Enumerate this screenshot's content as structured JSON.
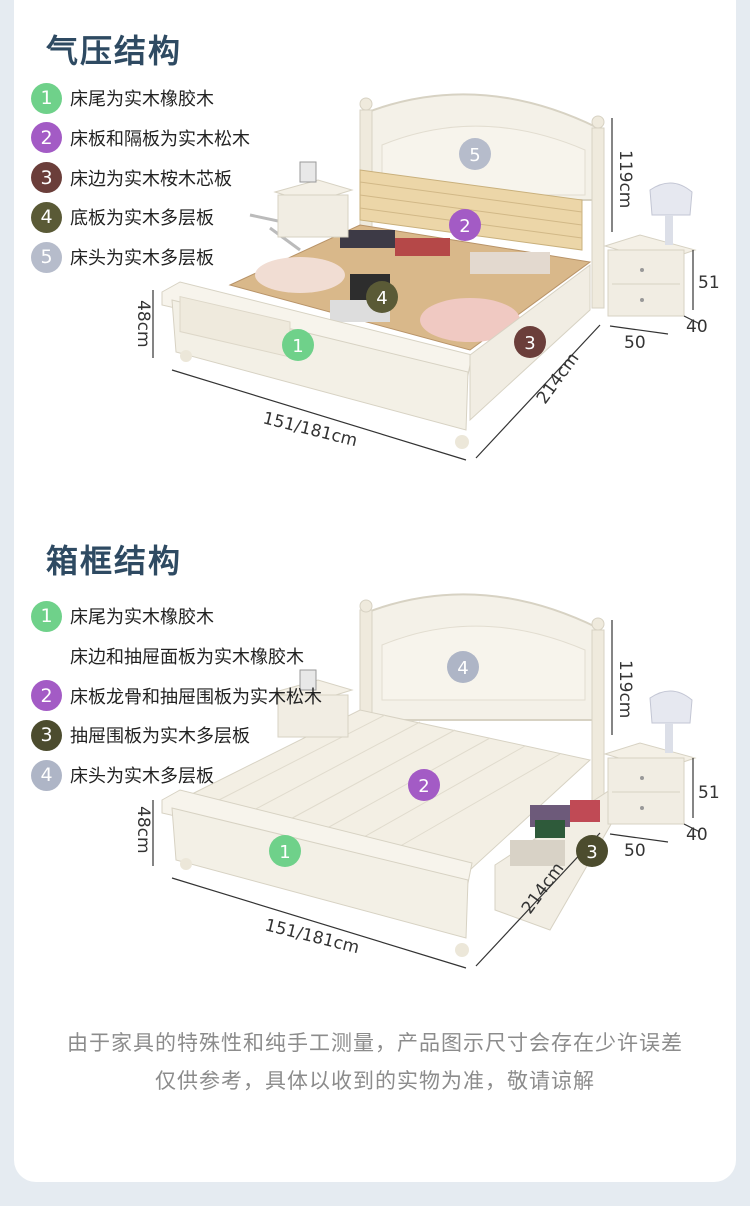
{
  "sections": [
    {
      "title": "气压结构",
      "legend": [
        {
          "num": "1",
          "text": "床尾为实木橡胶木"
        },
        {
          "num": "2",
          "text": "床板和隔板为实木松木"
        },
        {
          "num": "3",
          "text": "床边为实木桉木芯板"
        },
        {
          "num": "4",
          "text": "底板为实木多层板"
        },
        {
          "num": "5",
          "text": "床头为实木多层板"
        }
      ],
      "marks": [
        "5",
        "2",
        "4",
        "1",
        "3"
      ],
      "dims": {
        "height": "119cm",
        "tail_height": "48cm",
        "width": "151/181cm",
        "length": "214cm",
        "nightstand_h": "51",
        "nightstand_d": "40",
        "nightstand_w": "50"
      }
    },
    {
      "title": "箱框结构",
      "legend": [
        {
          "num": "1",
          "text": "床尾为实木橡胶木"
        },
        {
          "num": "",
          "text": "床边和抽屉面板为实木橡胶木"
        },
        {
          "num": "2",
          "text": "床板龙骨和抽屉围板为实木松木"
        },
        {
          "num": "3",
          "text": "抽屉围板为实木多层板"
        },
        {
          "num": "4",
          "text": "床头为实木多层板"
        }
      ],
      "marks": [
        "4",
        "2",
        "1",
        "3"
      ],
      "dims": {
        "height": "119cm",
        "tail_height": "48cm",
        "width": "151/181cm",
        "length": "214cm",
        "nightstand_h": "51",
        "nightstand_d": "40",
        "nightstand_w": "50"
      }
    }
  ],
  "footer": {
    "line1": "由于家具的特殊性和纯手工测量，产品图示尺寸会存在少许误差",
    "line2": "仅供参考，具体以收到的实物为准，敬请谅解"
  },
  "colors": {
    "accent_title": "#2e4a62",
    "badge_1": "#6fd18a",
    "badge_2": "#a35bc5",
    "badge_3": "#6b3e3a",
    "badge_4": "#5a5a36",
    "badge_5": "#b6bccb"
  }
}
